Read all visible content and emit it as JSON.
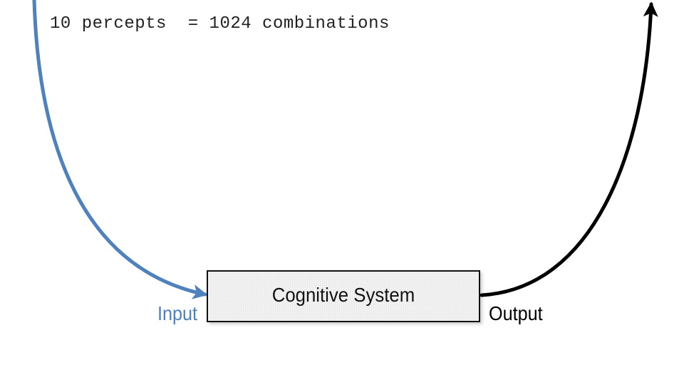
{
  "caption": "10 percepts  = 1024 combinations",
  "system": {
    "label": "Cognitive System"
  },
  "input": {
    "label": "Input",
    "color": "#4f81bd"
  },
  "output": {
    "label": "Output",
    "color": "#000000"
  }
}
